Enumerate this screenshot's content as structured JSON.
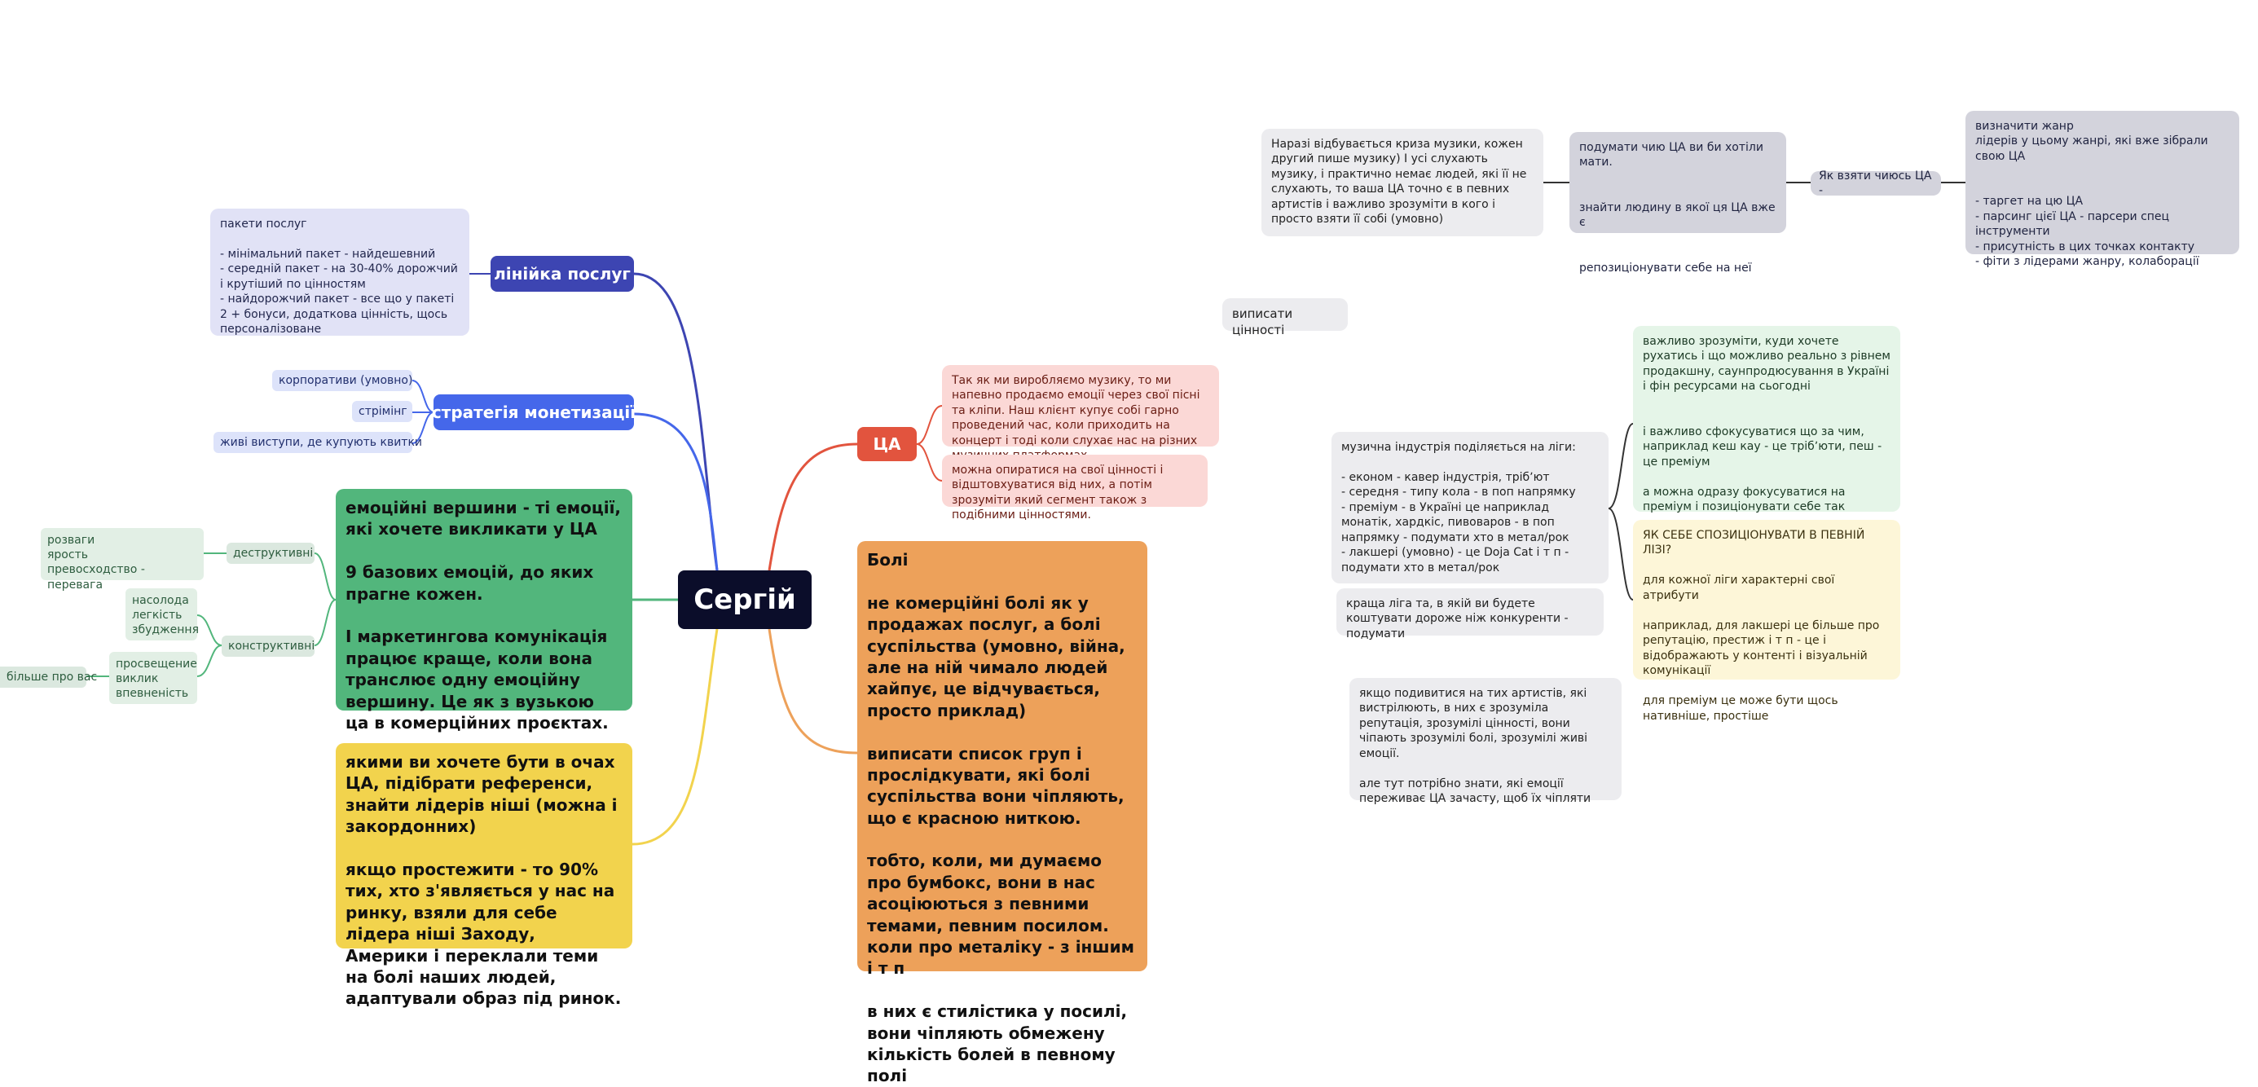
{
  "root": {
    "label": "Сергій"
  },
  "branches": {
    "services": {
      "label": "лінійка послуг",
      "color": "#3d45b2"
    },
    "monetization": {
      "label": "стратегія монетизації",
      "color": "#4567ea"
    },
    "ta": {
      "label": "ЦА",
      "color": "#e2543e"
    },
    "emotions_color": "#52b67c",
    "refs_color": "#f2d34d",
    "pains_color": "#eda15a"
  },
  "nodes": {
    "services_packages": "пакети послуг\n\n- мінімальний пакет - найдешевний\n- середній пакет - на 30-40% дорожчий і крутіший по цінностям\n- найдорожчий пакет - все що у пакеті 2 + бонуси, додаткова цінність, щось персоналізоване",
    "mon_corporate": "корпоративи (умовно)",
    "mon_streaming": "стрімінг",
    "mon_live": "живі виступи, де купують квитки",
    "emotions": "емоційні вершини - ті емоції, які хочете викликати у ЦА\n\n9 базових емоцій, до яких прагне кожен.\n\nІ маркетингова комунікація працює краще, коли вона транслює одну емоційну вершину. Це як з вузькою ца в комерційних проєктах.",
    "destructive": "деструктивні",
    "constructive": "конструктивні",
    "destructive_list": "розваги\nярость\nпревосходство - перевага",
    "constructive_list1": "насолода\nлегкість\nзбудження",
    "constructive_list2": "просвещение\nвиклик\nвпевненість",
    "constructive_list3": "більше про вас",
    "refs": "якими ви хочете бути в очах ЦА, підібрати референси, знайти лідерів ніші (можна і закордонних)\n\nякщо простежити - то 90% тих, хто з'являється у нас на ринку, взяли для себе лідера ніші Заходу, Америки і переклали теми на болі наших людей, адаптували образ під ринок.",
    "pains": "Болі\n\nне комерційні болі як у продажах послуг, а болі суспільства (умовно, війна, але на ній чимало людей хайпує, це відчувається, просто приклад)\n\nвиписати список груп і прослідкувати, які болі суспільства вони чіпляють, що є красною ниткою.\n\nтобто, коли, ми думаємо про бумбокс, вони в нас асоціюються з певними темами, певним посилом. коли про металіку - з іншим і т п\n\nв них є стилістика у посилі, вони чіпляють обмежену кількість болей в певному полі",
    "ta_music": "Так як ми виробляємо музику, то ми напевно продаємо емоції через свої пісні та кліпи. Наш клієнт купує собі гарно проведений час, коли приходить на концерт і тоді коли слухає нас на різних музичних платформах",
    "ta_values": "можна опиратися на свої цінності і відштовхуватися від них, а потім зрозуміти який сегмент також з подібними цінностями.",
    "write_values": "виписати цінності",
    "crisis": "Наразі відбувається криза музики, кожен другий пише музику) І усі слухають музику, і практично немає людей, які її не слухають, то ваша ЦА точно є в певних артистів і важливо зрозуміти в кого і просто взяти її собі (умовно)",
    "think_ta": "подумати чию ЦА ви би хотіли мати.\n\n\nзнайти людину в якої ця ЦА вже є\n\n\nрепозиціонувати себе на неї",
    "take_ta": "Як взяти чиюсь ЦА -",
    "genre": "визначити жанр\nлідерів у цьому жанрі, які вже зібрали свою ЦА\n\n\n- таргет на цю ЦА\n- парсинг цієї ЦА - парсери спец інструменти\n- присутність в цих точках контакту\n- фіти з лідерами жанру, колаборації",
    "leagues": "музична індустрія поділяється на ліги:\n\n- економ - кавер індустрія, трібʼют\n- середня - типу кола - в поп напрямку\n- преміум - в Україні це наприклад монатік, хардкіс, пивоваров - в поп напрямку - подумати хто в метал/рок\n- лакшері (умовно) - це Doja Cat і т п - подумати хто в метал/рок",
    "better_league": "краща ліга та, в якій ви будете коштувати дороже ніж конкуренти - подумати",
    "important_direction": "важливо зрозуміти, куди хочете рухатись і що можливо реально з рівнем продакшну, саунпродюсування в Україні і фін ресурсами на сьогодні\n\n\nі важливо сфокусуватися що за чим, наприклад кеш кау - це трібʼюти, пеш - це преміум\n\nа можна одразу фокусуватися на преміум і позиціонувати себе так",
    "position_league": "ЯК СЕБЕ СПОЗИЦІОНУВАТИ В ПЕВНІЙ ЛІЗІ?\n\nдля кожної ліги характерні свої атрибути\n\nнаприклад, для лакшері це більше про репутацію, престиж і т п - це і відображають у контенті і візуальній комунікації\n\nдля преміум це може бути щось нативніше, простіше",
    "artists": "якщо подивитися на тих артистів, які вистрілюють, в них є зрозуміла репутація, зрозумілі цінності, вони чіпають зрозумілі болі, зрозумілі живі емоції.\n\nале тут потрібно знати, які емоції переживає ЦА зачасту, щоб їх чіпляти"
  }
}
